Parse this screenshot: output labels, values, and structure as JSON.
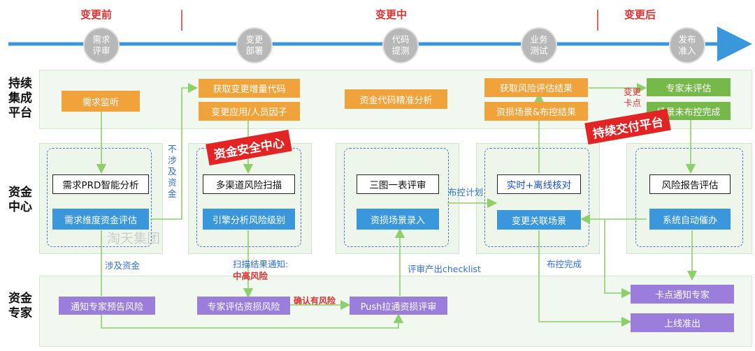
{
  "phases": [
    "变更前",
    "变更中",
    "变更后"
  ],
  "timeline": [
    "需求评审",
    "变更部署",
    "代码提测",
    "业务测试",
    "发布准入"
  ],
  "lanes": {
    "platform": "持续集成平台",
    "fund_center": "资金中心",
    "fund_expert": "资金专家"
  },
  "boxes": {
    "req_listen": "需求监听",
    "get_code": "获取变更增量代码",
    "app_people": "变更应用/人员因子",
    "code_analysis": "资金代码精准分析",
    "get_risk_result": "获取风险评估结果",
    "loss_scene_result": "资损场景&布控结果",
    "expert_not_eval": "专家未评估",
    "scene_not_done": "场景未布控完成",
    "prd_analysis": "需求PRD智能分析",
    "fund_eval": "需求维度资金评估",
    "multi_scan": "多渠道风险扫描",
    "engine_level": "引擎分析风险级别",
    "three_review": "三图一表评审",
    "scene_entry": "资损场景录入",
    "realtime_check": "实时+离线核对",
    "change_scene": "变更关联场景",
    "risk_report": "风险报告评估",
    "auto_urge": "系统自动催办",
    "notify_expert_warn": "通知专家预告风险",
    "expert_eval": "专家评估资损风险",
    "push_review": "Push拉通资损评审",
    "gate_notify": "卡点通知专家",
    "go_live": "上线准出"
  },
  "notes": {
    "not_involve": "不涉及资金",
    "involve": "涉及资金",
    "scan_notify": "扫描结果通知:",
    "mid_high": "中高风险",
    "confirm_risk": "确认有风险",
    "checklist": "评审产出checklist",
    "plan": "布控计划",
    "plan_done": "布控完成",
    "gate": "变更卡点"
  },
  "stamps": {
    "fund_security": "资金安全中心",
    "delivery": "持续交付平台"
  },
  "watermark": "淘天集团",
  "colors": {
    "orange": "#f0a33a",
    "green": "#77b84a",
    "blue": "#3a97db",
    "purple": "#9b7ddb",
    "red": "#e22424",
    "arrow": "#8ecf6a",
    "timeline": "#3a97db"
  }
}
